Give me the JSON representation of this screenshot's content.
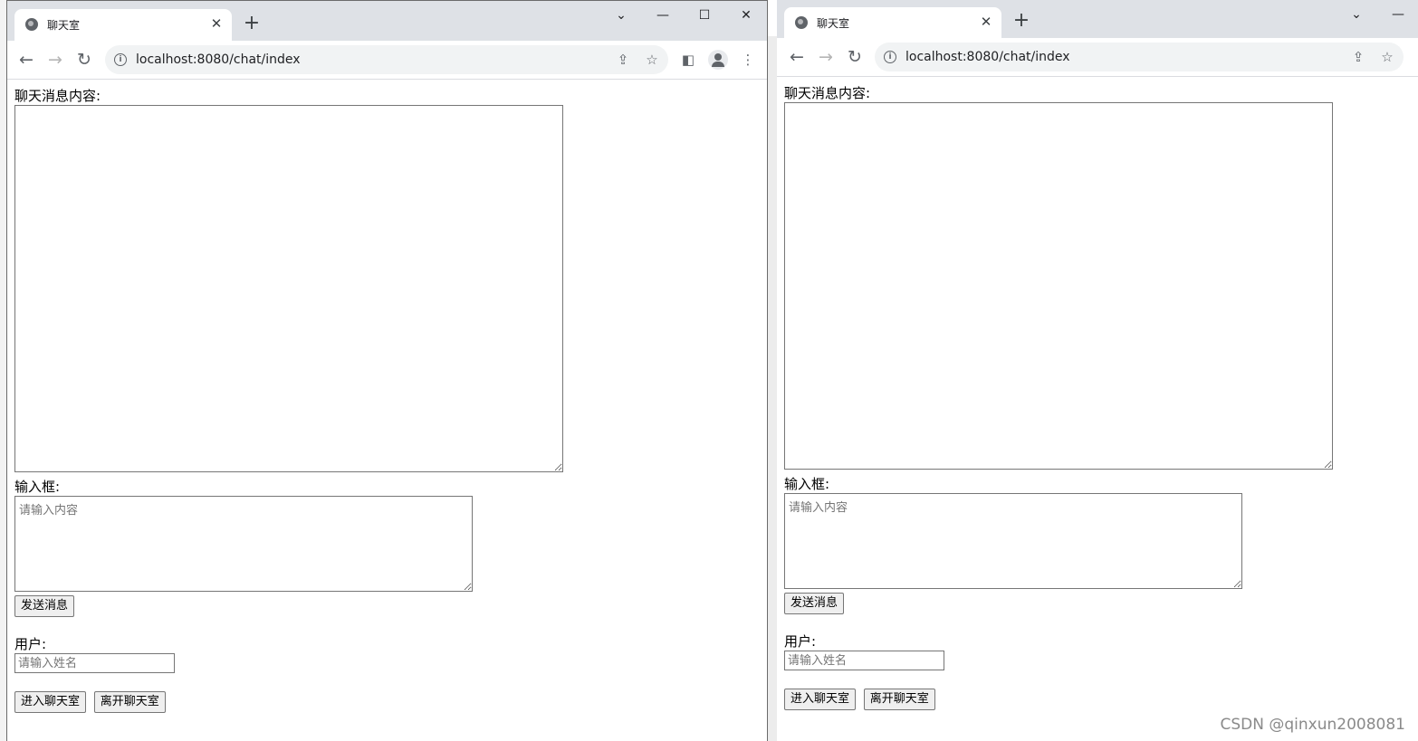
{
  "browsers": [
    {
      "tab_title": "聊天室",
      "url": "localhost:8080/chat/index",
      "window_controls": [
        "chevron-down",
        "minimize",
        "maximize",
        "close"
      ]
    },
    {
      "tab_title": "聊天室",
      "url": "localhost:8080/chat/index",
      "window_controls": [
        "chevron-down",
        "minimize"
      ]
    }
  ],
  "page": {
    "log_label": "聊天消息内容:",
    "input_label": "输入框:",
    "input_placeholder": "请输入内容",
    "send_button": "发送消息",
    "user_label": "用户:",
    "user_placeholder": "请输入姓名",
    "join_button": "进入聊天室",
    "leave_button": "离开聊天室"
  },
  "watermark": "CSDN @qinxun2008081"
}
